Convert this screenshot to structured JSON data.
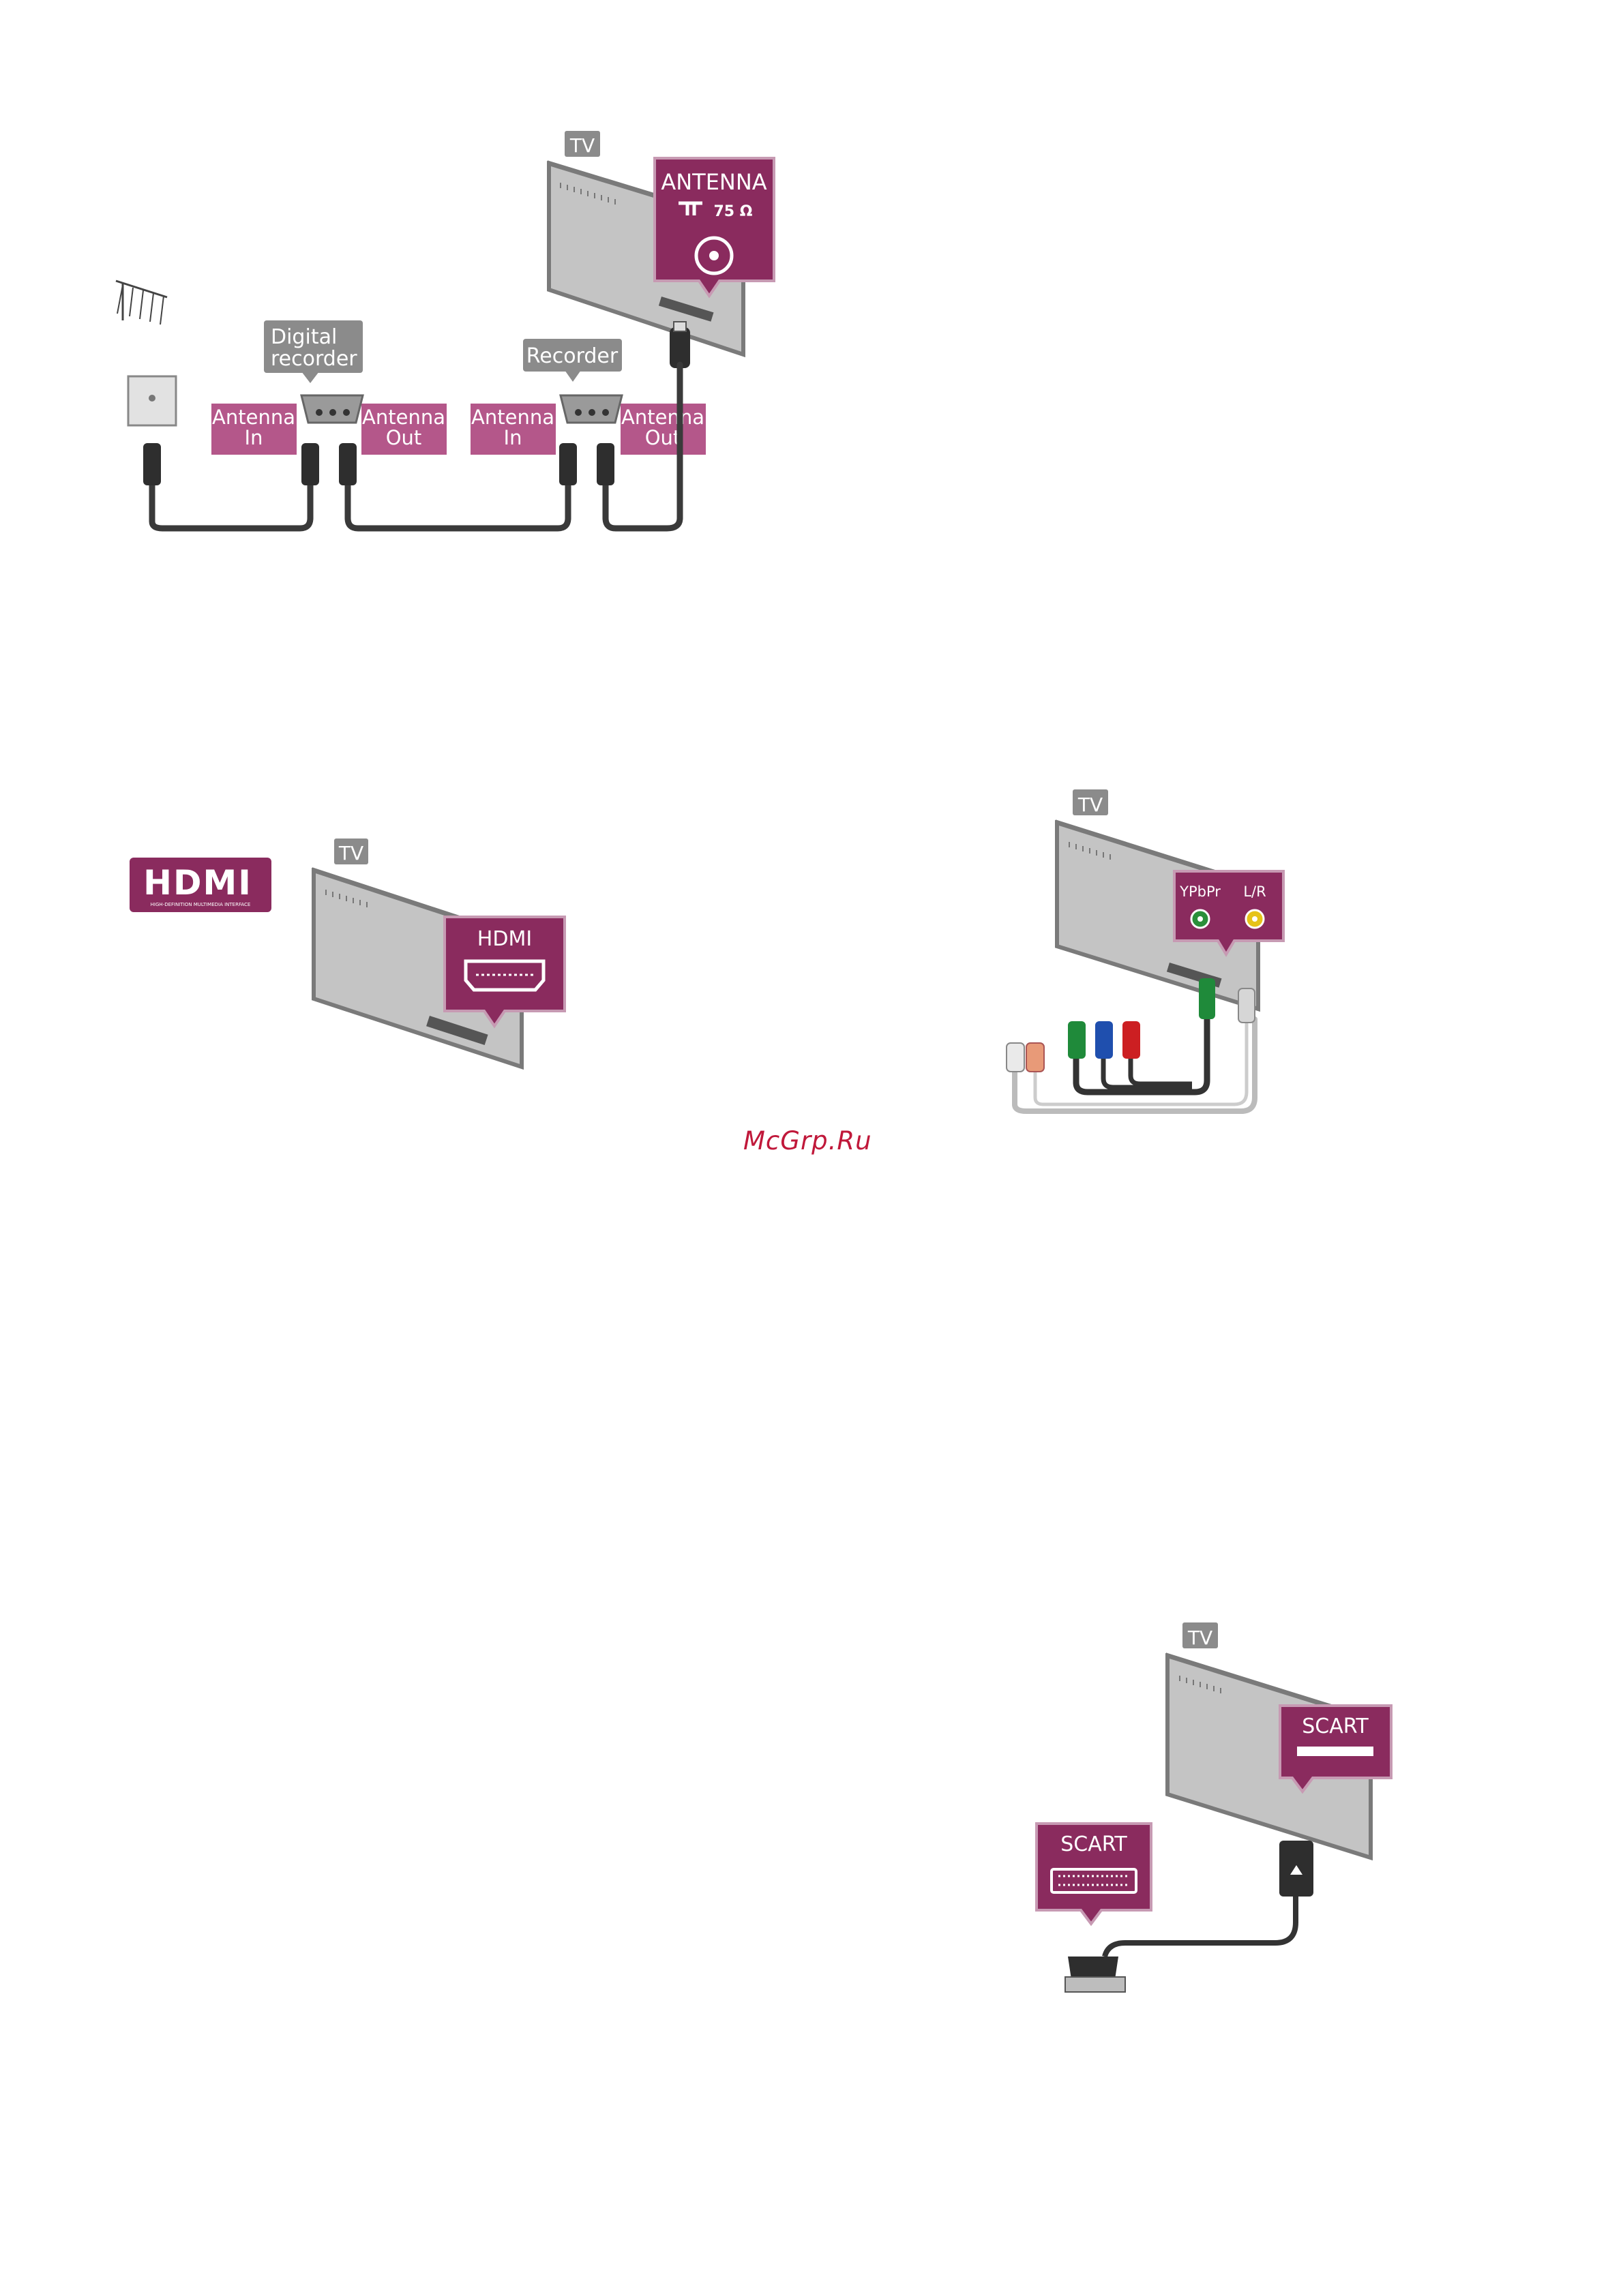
{
  "antenna_diagram": {
    "tv_tag": "TV",
    "antenna_callout": {
      "title": "ANTENNA",
      "spec": "75 Ω"
    },
    "digital_recorder": {
      "tag_line1": "Digital",
      "tag_line2": "recorder",
      "in_line1": "Antenna",
      "in_line2": "In",
      "out_line1": "Antenna",
      "out_line2": "Out"
    },
    "recorder": {
      "tag": "Recorder",
      "in_line1": "Antenna",
      "in_line2": "In",
      "out_line1": "Antenna",
      "out_line2": "Out"
    }
  },
  "hdmi_diagram": {
    "logo_text": "HDMI",
    "logo_subtext": "HIGH-DEFINITION MULTIMEDIA INTERFACE",
    "tv_tag": "TV",
    "callout": "HDMI"
  },
  "ypbpr_diagram": {
    "tv_tag": "TV",
    "callout_left": "YPbPr",
    "callout_right": "L/R",
    "plug_colors": [
      "#e8e8e8",
      "#e89a78",
      "#1f8a3a",
      "#1f4fae",
      "#cc1f22",
      "#1f8a3a",
      "#d8d8d8"
    ]
  },
  "scart_diagram": {
    "tv_tag": "TV",
    "tv_callout": "SCART",
    "device_callout": "SCART"
  },
  "watermark": "McGrp.Ru",
  "colors": {
    "callout": "#8a2b5e",
    "label": "#b4578a",
    "tag": "#8b8b8b",
    "tv": "#c4c4c4"
  }
}
